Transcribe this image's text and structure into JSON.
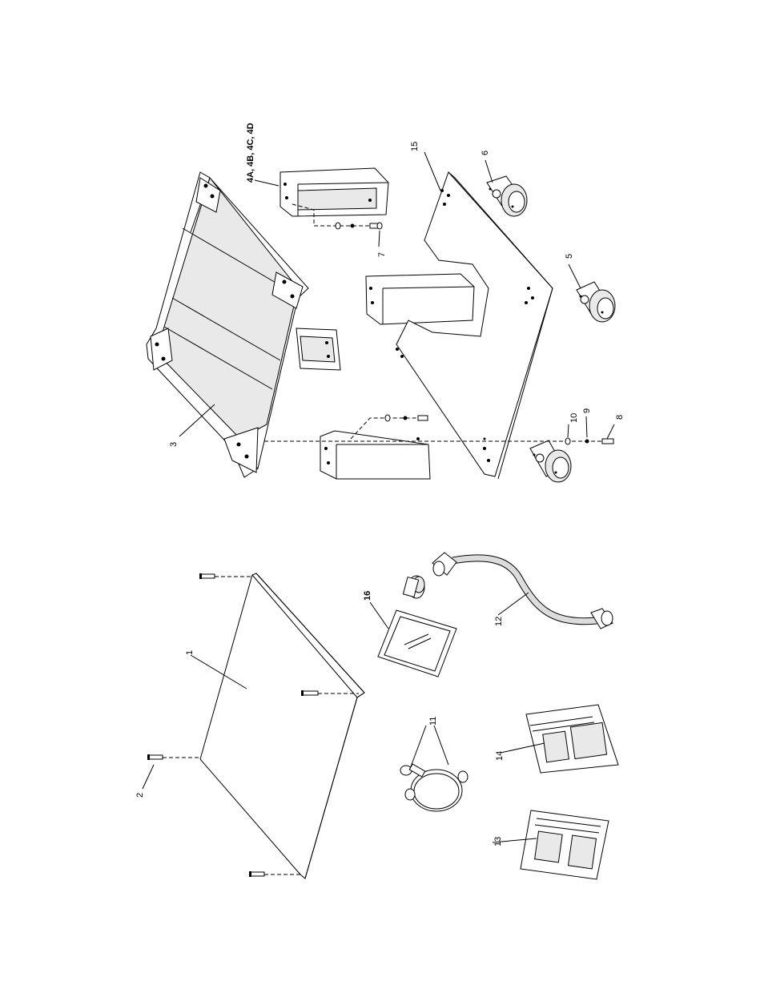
{
  "callouts": {
    "c1": "1",
    "c2": "2",
    "c3": "3",
    "c4": "4A, 4B, 4C, 4D",
    "c5": "5",
    "c6": "6",
    "c7": "7",
    "c8": "8",
    "c9": "9",
    "c10": "10",
    "c11": "11",
    "c12": "12",
    "c13": "13",
    "c14": "14",
    "c15": "15",
    "c16": "16"
  }
}
